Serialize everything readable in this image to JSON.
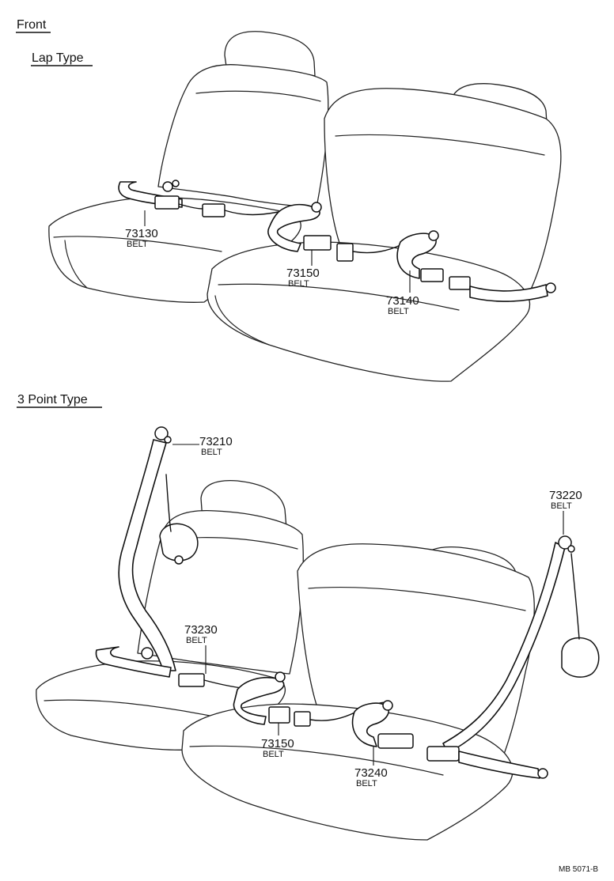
{
  "headings": {
    "front": "Front",
    "lap_type": "Lap Type",
    "three_point_type": "3 Point Type"
  },
  "callouts": [
    {
      "number": "73130",
      "label": "BELT"
    },
    {
      "number": "73150",
      "label": "BELT"
    },
    {
      "number": "73140",
      "label": "BELT"
    },
    {
      "number": "73210",
      "label": "BELT"
    },
    {
      "number": "73220",
      "label": "BELT"
    },
    {
      "number": "73230",
      "label": "BELT"
    },
    {
      "number": "73150",
      "label": "BELT"
    },
    {
      "number": "73240",
      "label": "BELT"
    }
  ],
  "figure_code": "MB 5071-B"
}
